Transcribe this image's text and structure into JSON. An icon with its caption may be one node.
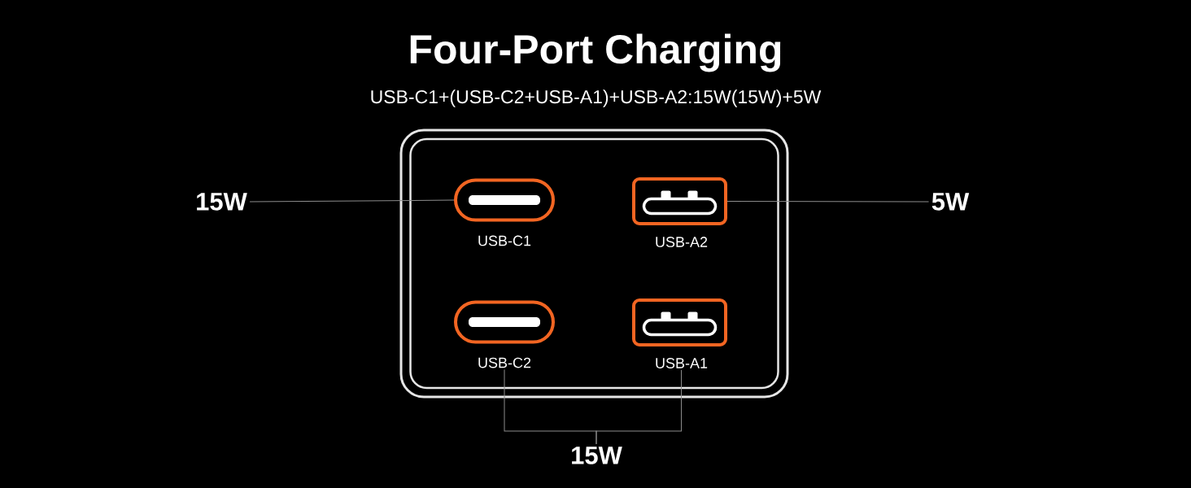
{
  "diagram": {
    "title": "Four-Port Charging",
    "caption": "USB-C1+(USB-C2+USB-A1)+USB-A2:15W(15W)+5W",
    "nodes": [
      {
        "text": [],
        "shape": "box"
      },
      {
        "text": [
          "USB-C1"
        ],
        "in": 0
      },
      {
        "text": [
          "USB-A2"
        ],
        "in": 0
      },
      {
        "text": [
          "USB-C2"
        ],
        "in": 0
      },
      {
        "text": [
          "USB-A1"
        ],
        "in": 0
      },
      {
        "text": [
          "15W"
        ]
      },
      {
        "text": [
          "5W"
        ]
      },
      {
        "text": [
          "15W"
        ]
      }
    ],
    "edges": [
      {
        "from": 5,
        "to": 1,
        "arrow": "none"
      },
      {
        "from": 6,
        "to": 2,
        "arrow": "none"
      },
      {
        "from": 7,
        "to": 3,
        "arrow": "none"
      },
      {
        "from": 7,
        "to": 4,
        "arrow": "none"
      }
    ]
  }
}
